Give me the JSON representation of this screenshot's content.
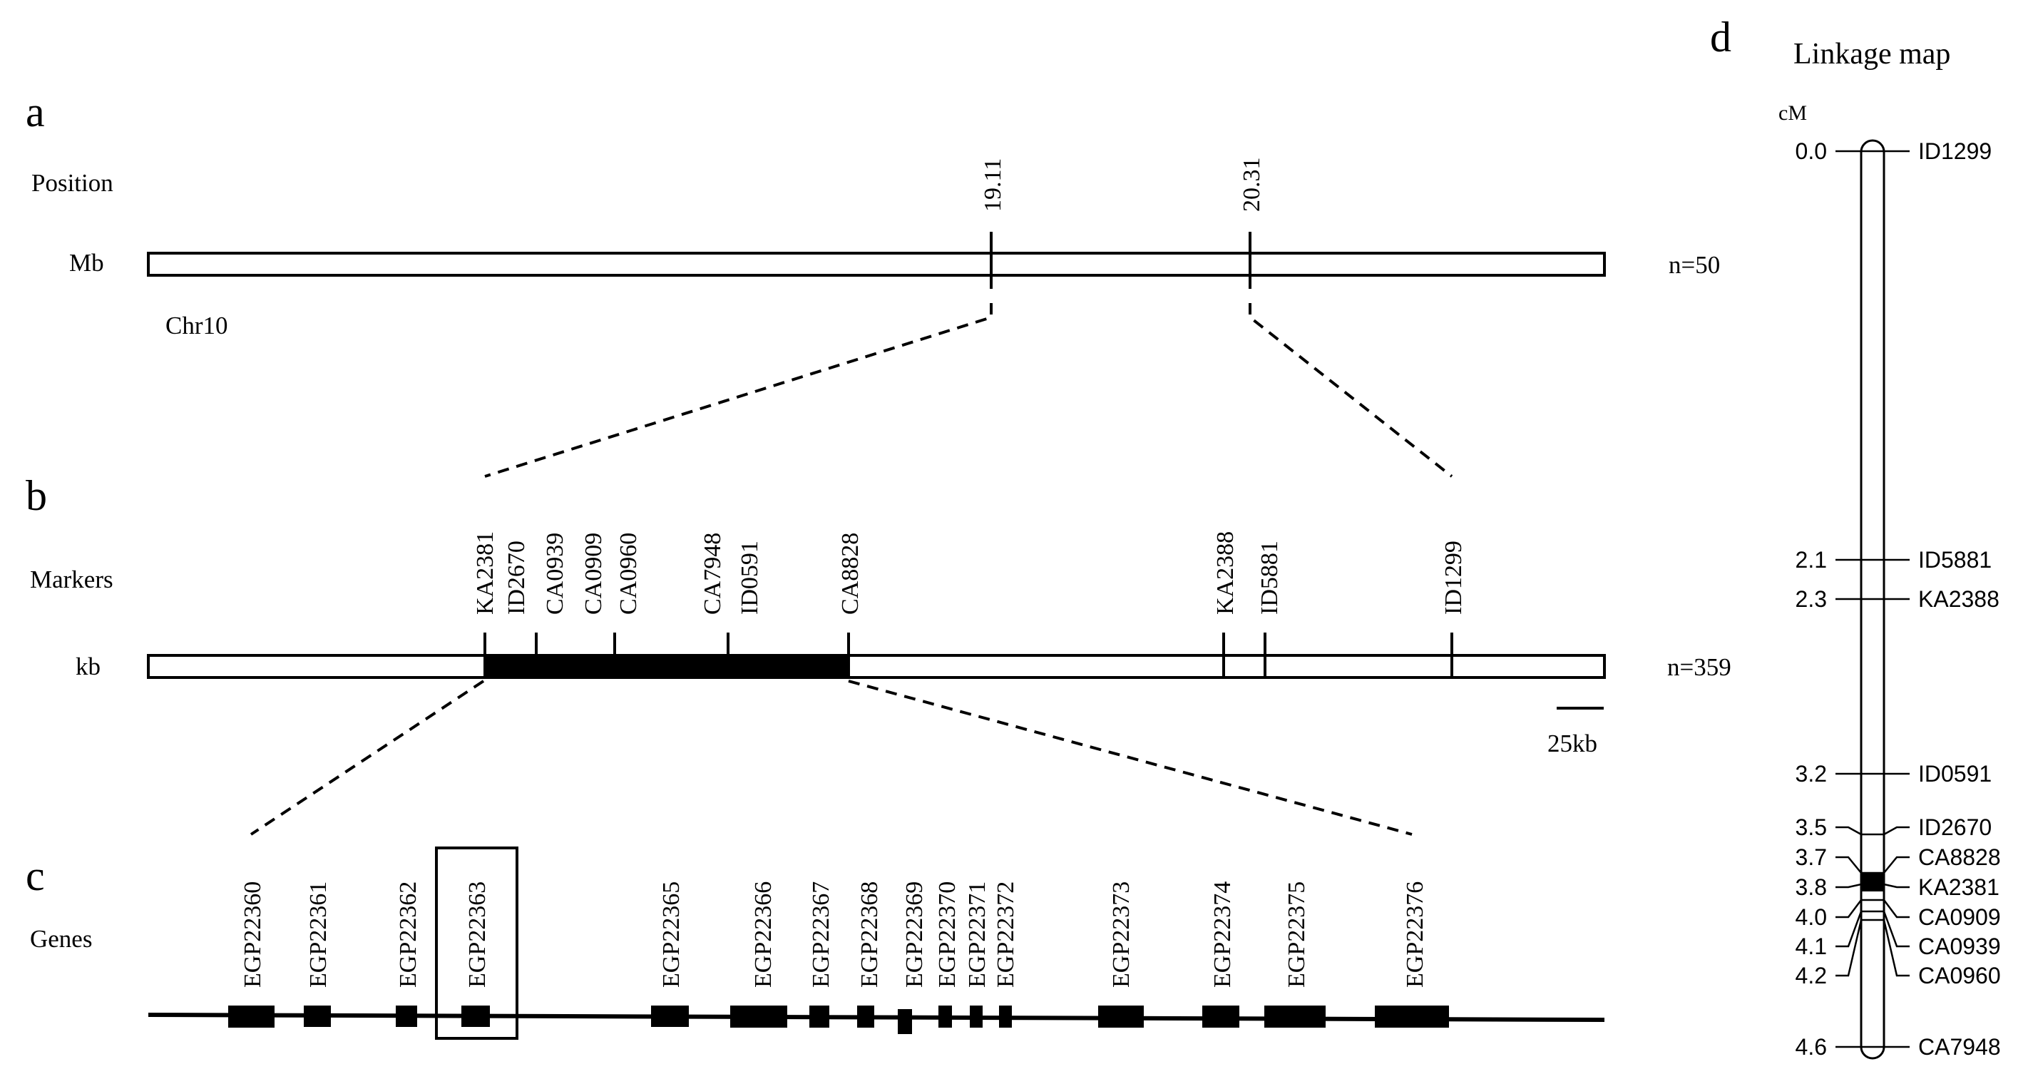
{
  "panel_letters": {
    "a": "a",
    "b": "b",
    "c": "c",
    "d": "d"
  },
  "panel_a": {
    "row_label": "Position",
    "unit_label": "Mb",
    "chrom_label": "Chr10",
    "n_label": "n=50",
    "positions": [
      "19.11",
      "20.31"
    ]
  },
  "panel_b": {
    "row_label": "Markers",
    "unit_label": "kb",
    "n_label": "n=359",
    "scale_label": "25kb",
    "markers": [
      "KA2381",
      "ID2670",
      "CA0939",
      "CA0909",
      "CA0960",
      "CA7948",
      "ID0591",
      "CA8828",
      "KA2388",
      "ID5881",
      "ID1299"
    ]
  },
  "panel_c": {
    "row_label": "Genes",
    "highlighted_gene": "EGP22363",
    "genes": [
      "EGP22360",
      "EGP22361",
      "EGP22362",
      "EGP22363",
      "EGP22365",
      "EGP22366",
      "EGP22367",
      "EGP22368",
      "EGP22369",
      "EGP22370",
      "EGP22371",
      "EGP22372",
      "EGP22373",
      "EGP22374",
      "EGP22375",
      "EGP22376"
    ]
  },
  "panel_d": {
    "title": "Linkage map",
    "unit": "cM",
    "loci": [
      {
        "cm": "0.0",
        "marker": "ID1299"
      },
      {
        "cm": "2.1",
        "marker": "ID5881"
      },
      {
        "cm": "2.3",
        "marker": "KA2388"
      },
      {
        "cm": "3.2",
        "marker": "ID0591"
      },
      {
        "cm": "3.5",
        "marker": "ID2670"
      },
      {
        "cm": "3.7",
        "marker": "CA8828"
      },
      {
        "cm": "3.8",
        "marker": "KA2381"
      },
      {
        "cm": "4.0",
        "marker": "CA0909"
      },
      {
        "cm": "4.1",
        "marker": "CA0939"
      },
      {
        "cm": "4.2",
        "marker": "CA0960"
      },
      {
        "cm": "4.6",
        "marker": "CA7948"
      }
    ]
  }
}
